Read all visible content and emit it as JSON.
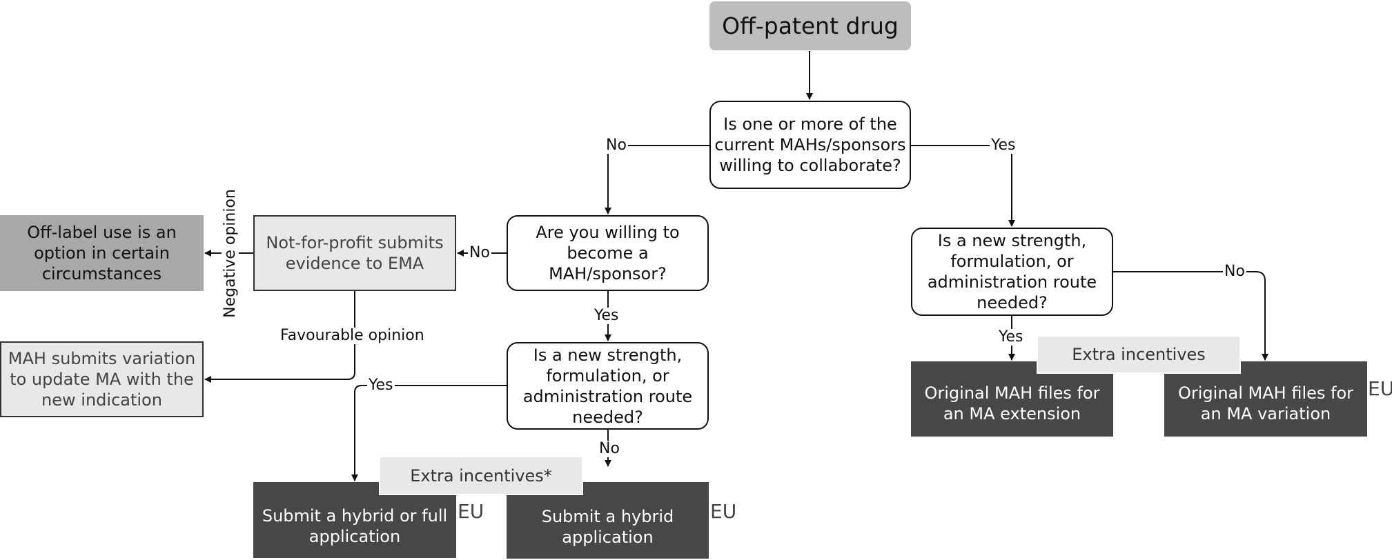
{
  "nodes": {
    "start": "Off-patent drug",
    "q_collab": "Is one or more of the\ncurrent MAHs/sponsors\nwilling to collaborate?",
    "q_become": "Are you willing to\nbecome a\nMAH/sponsor?",
    "q_new_left": "Is a new strength,\nformulation, or\nadministration route\nneeded?",
    "q_new_right": "Is a new strength,\nformulation, or\nadministration route\nneeded?",
    "nfp": "Not-for-profit submits\nevidence to EMA",
    "offlabel": "Off-label use is an\noption in certain\ncircumstances",
    "mah_var": "MAH submits variation\nto update MA with the\nnew indication",
    "hybrid_full": "Submit a hybrid or full\napplication",
    "hybrid": "Submit a hybrid\napplication",
    "ext": "Original MAH files for\nan MA extension",
    "variation": "Original MAH files for\nan MA variation",
    "incent_left": "Extra incentives*",
    "incent_right": "Extra incentives"
  },
  "labels": {
    "no_collab": "No",
    "yes_collab": "Yes",
    "no_become": "No",
    "yes_become": "Yes",
    "yes_new_left": "Yes",
    "no_new_left": "No",
    "yes_new_right": "Yes",
    "no_new_right": "No",
    "negative": "Negative opinion",
    "favourable": "Favourable opinion"
  },
  "eu": {
    "hybrid_full": "EU",
    "hybrid": "EU",
    "variation": "EU"
  },
  "colors": {
    "line": "#111111",
    "dark": "#474747",
    "pale": "#e8e8e8",
    "mid": "#a8a8a8",
    "start": "#bdbdbd"
  }
}
